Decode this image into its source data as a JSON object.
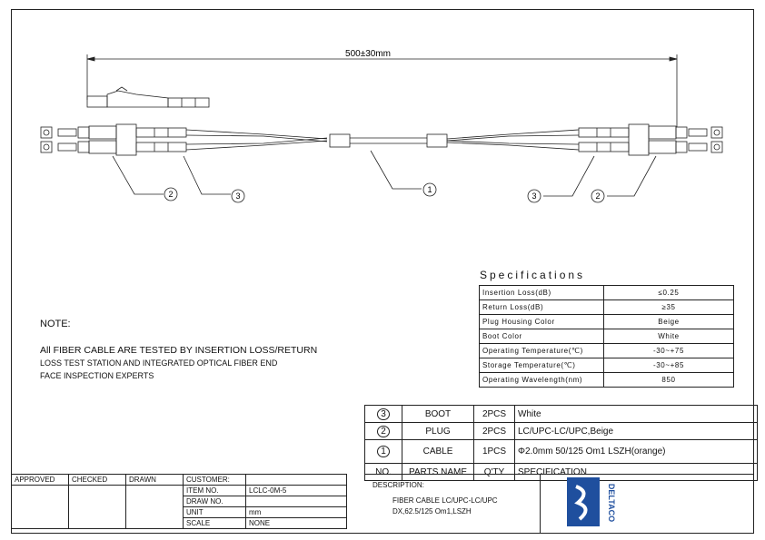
{
  "dimension_label": "500±30mm",
  "callouts": {
    "c1": "1",
    "c2_left": "2",
    "c3_left": "3",
    "c3_right": "3",
    "c2_right": "2"
  },
  "specifications": {
    "title": "Specifications",
    "rows": [
      {
        "name": "Insertion Loss(dB)",
        "value": "≤0.25"
      },
      {
        "name": "Return Loss(dB)",
        "value": "≥35"
      },
      {
        "name": "Plug Housing Color",
        "value": "Beige"
      },
      {
        "name": "Boot Color",
        "value": "White"
      },
      {
        "name": "Operating Temperature(℃)",
        "value": "-30~+75"
      },
      {
        "name": "Storage Temperature(℃)",
        "value": "-30~+85"
      },
      {
        "name": "Operating Wavelength(nm)",
        "value": "850"
      }
    ]
  },
  "note": {
    "title": "NOTE:",
    "line1": "All FIBER CABLE ARE TESTED BY INSERTION LOSS/RETURN",
    "line2": "LOSS TEST STATION AND INTEGRATED OPTICAL FIBER END",
    "line3": "FACE INSPECTION EXPERTS"
  },
  "parts": {
    "rows": [
      {
        "no": "3",
        "name": "BOOT",
        "qty": "2PCS",
        "spec": "White"
      },
      {
        "no": "2",
        "name": "PLUG",
        "qty": "2PCS",
        "spec": "LC/UPC-LC/UPC,Beige"
      },
      {
        "no": "1",
        "name": "CABLE",
        "qty": "1PCS",
        "spec": "Φ2.0mm 50/125 Om1 LSZH(orange)"
      }
    ],
    "header": {
      "no": "NO.",
      "name": "PARTS NAME",
      "qty": "Q'TY",
      "spec": "SPECIFICATION"
    }
  },
  "title_block": {
    "approved": "APPROVED",
    "checked": "CHECKED",
    "drawn": "DRAWN",
    "customer_label": "CUSTOMER:",
    "item_label": "ITEM NO.",
    "item_value": "LCLC-0M-5",
    "draw_label": "DRAW NO.",
    "unit_label": "UNIT",
    "unit_value": "mm",
    "scale_label": "SCALE",
    "scale_value": "NONE",
    "description_label": "DESCRIPTION:",
    "description_line1": "FIBER CABLE LC/UPC-LC/UPC",
    "description_line2": "DX,62.5/125 Om1,LSZH"
  },
  "logo": {
    "text": "DELTACO",
    "color": "#1f4f9e"
  }
}
